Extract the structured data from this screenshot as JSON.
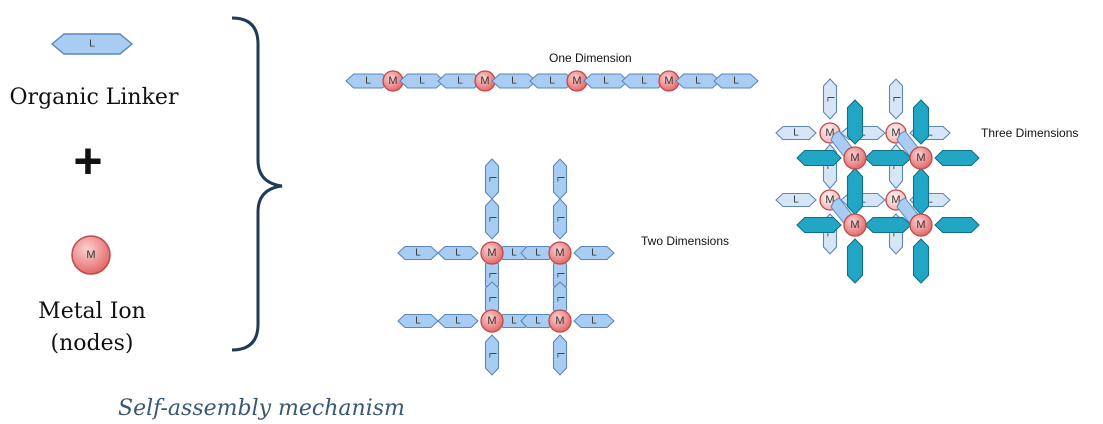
{
  "legend": {
    "linker_symbol": "L",
    "linker_label": "Organic Linker",
    "plus_symbol": "+",
    "metal_symbol": "M",
    "metal_label_line1": "Metal Ion",
    "metal_label_line2": "(nodes)"
  },
  "panels": {
    "one_d": "One Dimension",
    "two_d": "Two Dimensions",
    "three_d": "Three Dimensions"
  },
  "caption": "Self-assembly mechanism",
  "colors": {
    "linker_fill": "#a9cdf2",
    "linker_stroke": "#5b86b8",
    "linker_fill_pale": "#d6e6f6",
    "linker_fill_dark": "#22a6c6",
    "linker_stroke_dark": "#0f6f88",
    "metal_fill": "#ee7f7f",
    "metal_fill_pale": "#f4c8c8",
    "metal_stroke": "#c04848",
    "brace": "#1f3b57",
    "caption": "#3b5872"
  }
}
